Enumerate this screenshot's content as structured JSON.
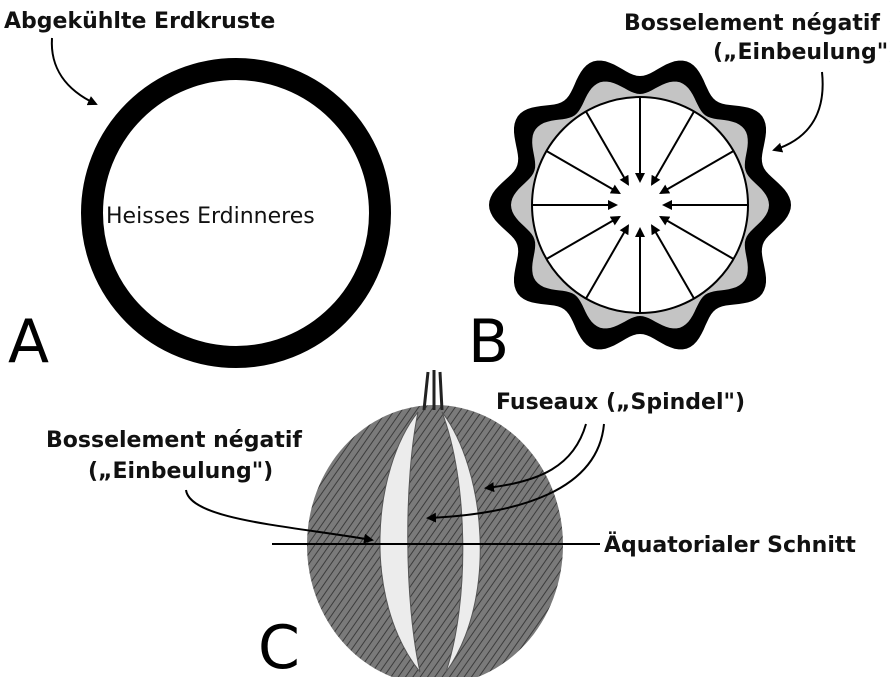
{
  "panel_a": {
    "letter": "A",
    "crust_label": "Abgekühlte Erdkruste",
    "interior_label": "Heisses Erdinneres"
  },
  "panel_b": {
    "letter": "B",
    "label_line1": "Bosselement négatif",
    "label_line2": "(„Einbeulung\")"
  },
  "panel_c": {
    "letter": "C",
    "fuseaux_label": "Fuseaux („Spindel\")",
    "bosselement_line1": "Bosselement négatif",
    "bosselement_line2": "(„Einbeulung\")",
    "equator_label": "Äquatorialer Schnitt"
  },
  "colors": {
    "ink": "#000000",
    "crust_gray": "#bdbdbd",
    "spindle_light": "#e9e9e9",
    "spindle_dark": "#6f6f6f"
  }
}
